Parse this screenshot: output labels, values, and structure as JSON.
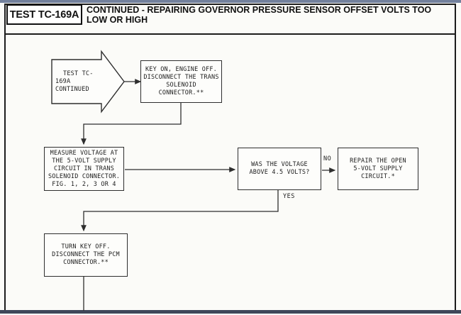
{
  "header": {
    "test_id": "TEST TC-169A",
    "title": "CONTINUED - REPAIRING GOVERNOR PRESSURE SENSOR OFFSET VOLTS TOO\nLOW OR HIGH"
  },
  "flowchart": {
    "start_arrow": "TEST TC-169A\nCONTINUED",
    "nodes": {
      "key_on": "KEY ON, ENGINE OFF.\nDISCONNECT THE TRANS\nSOLENOID\nCONNECTOR.**",
      "measure": "MEASURE VOLTAGE AT\nTHE 5-VOLT SUPPLY\nCIRCUIT IN TRANS\nSOLENOID CONNECTOR.\nFIG. 1, 2, 3 OR 4",
      "decision": "WAS THE VOLTAGE\nABOVE 4.5 VOLTS?",
      "repair": "REPAIR THE OPEN\n5-VOLT SUPPLY\nCIRCUIT.*",
      "turn_key": "TURN KEY OFF.\nDISCONNECT THE PCM\nCONNECTOR.**"
    },
    "labels": {
      "no": "NO",
      "yes": "YES"
    }
  },
  "colors": {
    "top_bar": "#72809c",
    "bottom_bar": "#3f4759",
    "frame": "#1c1c1c",
    "line": "#2e2e2e"
  }
}
